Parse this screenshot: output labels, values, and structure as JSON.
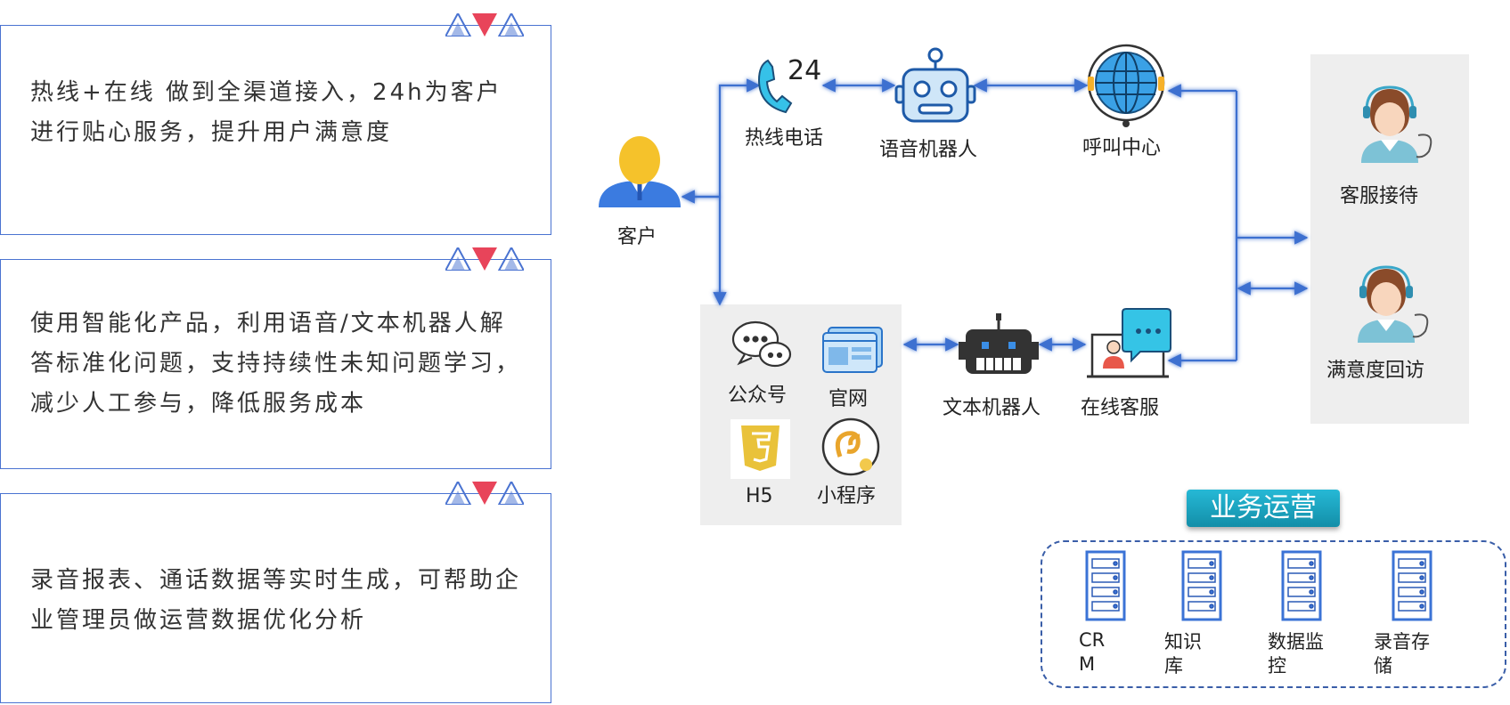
{
  "cards": [
    {
      "text": "热线+在线 做到全渠道接入，24h为客户进行贴心服务，提升用户满意度"
    },
    {
      "text": "使用智能化产品，利用语音/文本机器人解答标准化问题，支持持续性未知问题学习，减少人工参与，降低服务成本"
    },
    {
      "text": "录音报表、通话数据等实时生成，可帮助企业管理员做运营数据优化分析"
    }
  ],
  "nodes": {
    "customer": "客户",
    "hotline": "热线电话",
    "hotline_badge": "24",
    "voice_robot": "语音机器人",
    "call_center": "呼叫中心",
    "text_robot": "文本机器人",
    "online_service": "在线客服",
    "reception": "客服接待",
    "satisfaction": "满意度回访"
  },
  "channels": {
    "official_account": "公众号",
    "website": "官网",
    "h5": "H5",
    "mini_program": "小程序"
  },
  "operations": {
    "title": "业务运营",
    "items": [
      "CRM",
      "知识库",
      "数据监控",
      "录音存储"
    ]
  },
  "colors": {
    "accent": "#4a73d1",
    "arrow": "#3d6fd0",
    "panel": "#eeeeee",
    "ops_title": "#1ba3bf",
    "server": "#3b73d6"
  }
}
